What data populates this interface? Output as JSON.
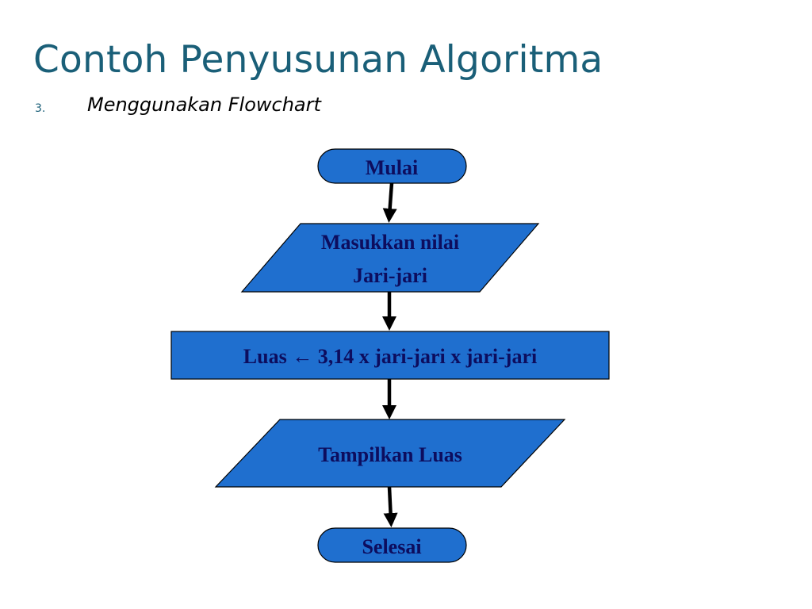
{
  "slide": {
    "title": "Contoh Penyusunan Algoritma",
    "bullet": {
      "number": "3.",
      "text": "Menggunakan Flowchart"
    }
  },
  "flowchart": {
    "fill_color": "#1f6fcf",
    "text_color": "#0d0d5e",
    "arrow_color": "#000000",
    "nodes": {
      "start": {
        "label": "Mulai"
      },
      "input": {
        "line1": "Masukkan nilai",
        "line2": "Jari-jari"
      },
      "process": {
        "label": "Luas ← 3,14 x jari-jari x jari-jari"
      },
      "output": {
        "label": "Tampilkan Luas"
      },
      "end": {
        "label": "Selesai"
      }
    }
  }
}
